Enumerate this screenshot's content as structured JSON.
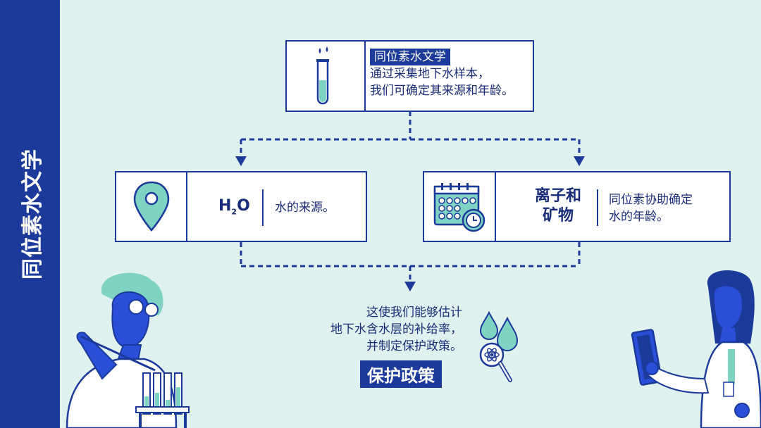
{
  "sidebar": {
    "title": "同位素水文学"
  },
  "top_box": {
    "tag": "同位素水文学",
    "line1": "通过采集地下水样本，",
    "line2": "我们可确定其来源和年龄。"
  },
  "left_box": {
    "formula_main": "H",
    "formula_sub": "2",
    "formula_end": "O",
    "desc": "水的来源。"
  },
  "right_box": {
    "title_line1": "离子和",
    "title_line2": "矿物",
    "desc_line1": "同位素协助确定",
    "desc_line2": "水的年龄。"
  },
  "bottom": {
    "line1": "这使我们能够估计",
    "line2": "地下水含水层的补给率，",
    "line3": "并制定保护政策。",
    "policy": "保护政策"
  },
  "icons": {
    "top": "test-tube-icon",
    "left": "location-pin-icon",
    "right": "calendar-clock-icon",
    "bottom": "water-atom-magnifier-icon"
  },
  "colors": {
    "primary": "#1c3a9a",
    "background": "#dff2ef",
    "accent": "#7fd3c3"
  }
}
